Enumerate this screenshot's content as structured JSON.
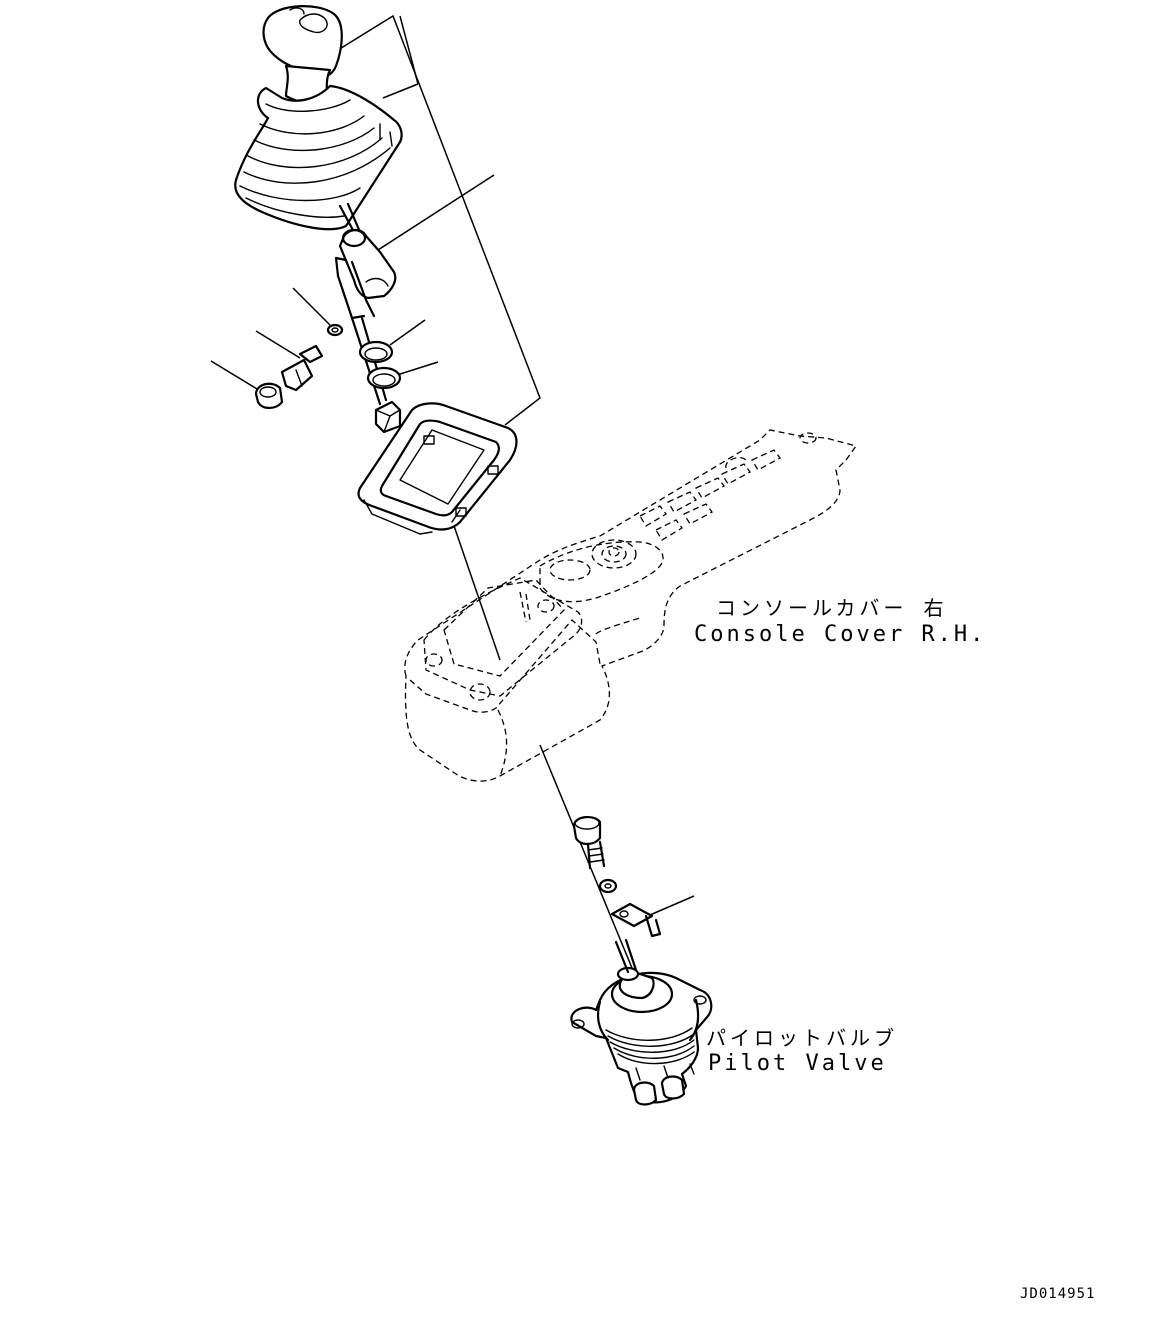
{
  "labels": {
    "console_cover_ja": "コンソールカバー 右",
    "console_cover_en": "Console Cover R.H.",
    "pilot_valve_ja": "パイロットバルブ",
    "pilot_valve_en": "Pilot Valve",
    "drawing_code": "JD014951"
  }
}
